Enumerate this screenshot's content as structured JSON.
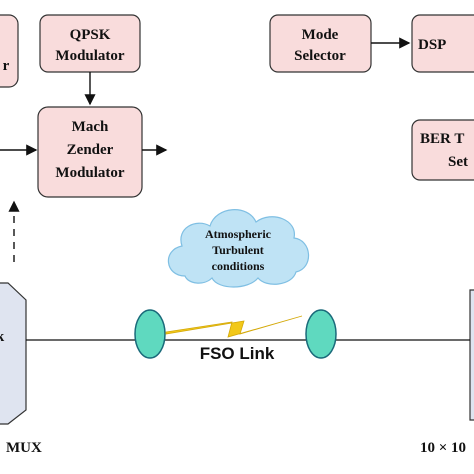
{
  "blocks": {
    "qpsk_modulator": [
      "QPSK",
      "Modulator"
    ],
    "mach_zender_modulator": [
      "Mach",
      "Zender",
      "Modulator"
    ],
    "mode_selector": [
      "Mode",
      "Selector"
    ],
    "dsp_partial": "DSP",
    "ber_partial": [
      "BER T",
      "Set"
    ],
    "left_partial_top": "r",
    "mux_partial": "k"
  },
  "cloud": {
    "lines": [
      "Atmospheric",
      "Turbulent",
      "conditions"
    ]
  },
  "link_label": "FSO Link",
  "bottom_labels": {
    "left": "MUX",
    "right": "10 × 10"
  },
  "colors": {
    "block_fill": "#f9dcdc",
    "block_stroke": "#333333",
    "cloud_fill": "#bfe3f5",
    "cloud_stroke": "#7fbfe3",
    "lens_fill": "#5fd9bf",
    "lens_stroke": "#1a6a7a",
    "lightning": "#f2c81a"
  }
}
